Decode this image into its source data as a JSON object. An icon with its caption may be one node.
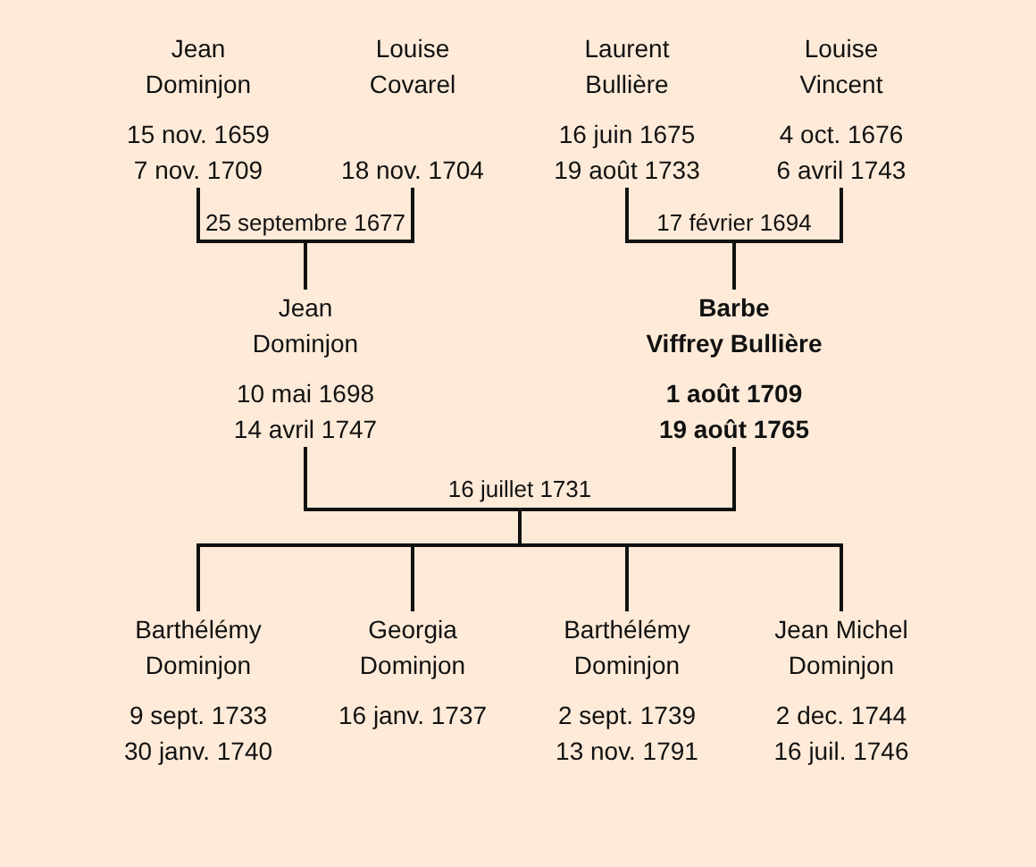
{
  "diagram": {
    "nodes": [
      {
        "text": [
          "Jean Dominjon",
          "15 nov. 1659",
          "7 nov. 1709"
        ]
      },
      {
        "text": [
          "Louise Covarel",
          "18 nov. 1704"
        ]
      },
      {
        "text": [
          "Laurent Bullière",
          "16 juin 1675",
          "19 août 1733"
        ]
      },
      {
        "text": [
          "Louise Vincent",
          "4 oct. 1676",
          "6 avril 1743"
        ]
      },
      {
        "text": [
          "Jean Dominjon",
          "10 mai 1698",
          "14 avril 1747"
        ]
      },
      {
        "text": [
          "Barbe Viffrey Bullière",
          "1 août 1709",
          "19 août 1765"
        ]
      },
      {
        "text": [
          "Barthélémy Dominjon",
          "9 sept. 1733",
          "30 janv. 1740"
        ]
      },
      {
        "text": [
          "Georgia Dominjon",
          "16 janv. 1737"
        ]
      },
      {
        "text": [
          "Barthélémy Dominjon",
          "2 sept. 1739",
          "13 nov. 1791"
        ]
      },
      {
        "text": [
          "Jean Michel Dominjon",
          "2 dec. 1744",
          "16 juil. 1746"
        ]
      }
    ],
    "edges": [
      {
        "from": 0,
        "to": 4,
        "arrow": "none"
      },
      {
        "from": 1,
        "to": 4,
        "arrow": "none"
      },
      {
        "from": 2,
        "to": 5,
        "arrow": "none"
      },
      {
        "from": 3,
        "to": 5,
        "arrow": "none"
      },
      {
        "from": 4,
        "to": 6,
        "arrow": "none"
      },
      {
        "from": 4,
        "to": 7,
        "arrow": "none"
      },
      {
        "from": 4,
        "to": 8,
        "arrow": "none"
      },
      {
        "from": 4,
        "to": 9,
        "arrow": "none"
      },
      {
        "from": 5,
        "to": 6,
        "arrow": "none"
      },
      {
        "from": 5,
        "to": 7,
        "arrow": "none"
      },
      {
        "from": 5,
        "to": 8,
        "arrow": "none"
      },
      {
        "from": 5,
        "to": 9,
        "arrow": "none"
      }
    ],
    "labels": [
      "25 septembre 1677",
      "17 février 1694",
      "16 juillet 1731"
    ]
  }
}
